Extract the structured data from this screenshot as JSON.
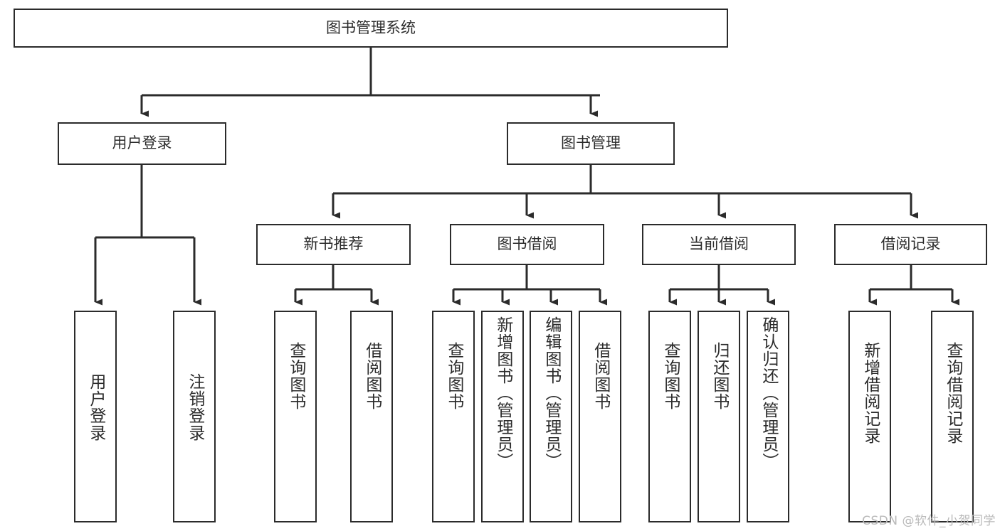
{
  "diagram": {
    "type": "tree",
    "title": "图书管理系统",
    "watermark": "CSDN @软件_小贺同学",
    "colors": {
      "stroke": "#2b2b2b",
      "fill": "#ffffff",
      "text": "#2b2b2b",
      "watermark": "#b9b9b9"
    },
    "nodes": {
      "root": {
        "label": "图书管理系统"
      },
      "level1": [
        {
          "id": "user-login",
          "label": "用户登录"
        },
        {
          "id": "book-manage",
          "label": "图书管理"
        }
      ],
      "level2": [
        {
          "id": "new-book-recommend",
          "label": "新书推荐"
        },
        {
          "id": "book-borrow",
          "label": "图书借阅"
        },
        {
          "id": "current-borrow",
          "label": "当前借阅"
        },
        {
          "id": "borrow-record",
          "label": "借阅记录"
        }
      ],
      "leaves": {
        "user_login": [
          {
            "id": "leaf-user-login",
            "label": "用户登录"
          },
          {
            "id": "leaf-logout",
            "label": "注销登录"
          }
        ],
        "new_book_recommend": [
          {
            "id": "leaf-query-book-1",
            "label": "查询图书"
          },
          {
            "id": "leaf-borrow-book-1",
            "label": "借阅图书"
          }
        ],
        "book_borrow": [
          {
            "id": "leaf-query-book-2",
            "label": "查询图书"
          },
          {
            "id": "leaf-add-book",
            "label": "新增图书（管理员）"
          },
          {
            "id": "leaf-edit-book",
            "label": "编辑图书（管理员）"
          },
          {
            "id": "leaf-borrow-book-2",
            "label": "借阅图书"
          }
        ],
        "current_borrow": [
          {
            "id": "leaf-query-book-3",
            "label": "查询图书"
          },
          {
            "id": "leaf-return-book",
            "label": "归还图书"
          },
          {
            "id": "leaf-confirm-return",
            "label": "确认归还（管理员）"
          }
        ],
        "borrow_record": [
          {
            "id": "leaf-add-record",
            "label": "新增借阅记录"
          },
          {
            "id": "leaf-query-record",
            "label": "查询借阅记录"
          }
        ]
      }
    }
  }
}
